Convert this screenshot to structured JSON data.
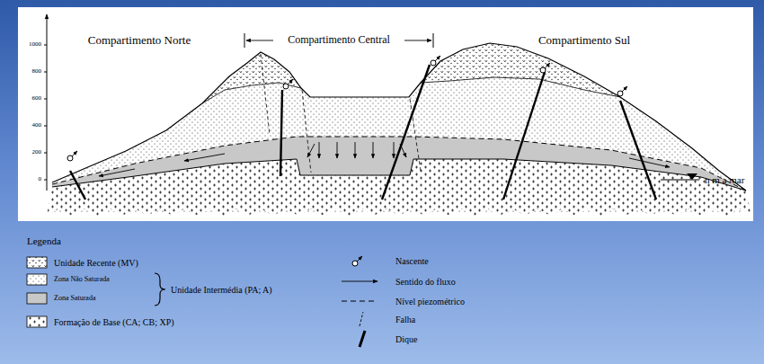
{
  "diagram": {
    "labels": [
      "Compartimento Norte",
      "Compartimento Central",
      "Compartimento Sul",
      "1000",
      "800",
      "600",
      "400",
      "200",
      "0",
      "n m a mar",
      "Legenda",
      "Unidade Intermédia (PA; A)"
    ],
    "legend": [
      {
        "text": "Unidade Recente (MV)"
      },
      {
        "text": "Zona Não Saturada"
      },
      {
        "text": "Zona Saturada",
        "color": "#c8c8c8"
      },
      {
        "text": "Formação de Base (CA; CB; XP)"
      },
      {
        "text": "Nascente"
      },
      {
        "text": "Sentido do fluxo"
      },
      {
        "text": "Nível piezométrico"
      },
      {
        "text": "Falha"
      },
      {
        "text": "Dique"
      }
    ]
  }
}
